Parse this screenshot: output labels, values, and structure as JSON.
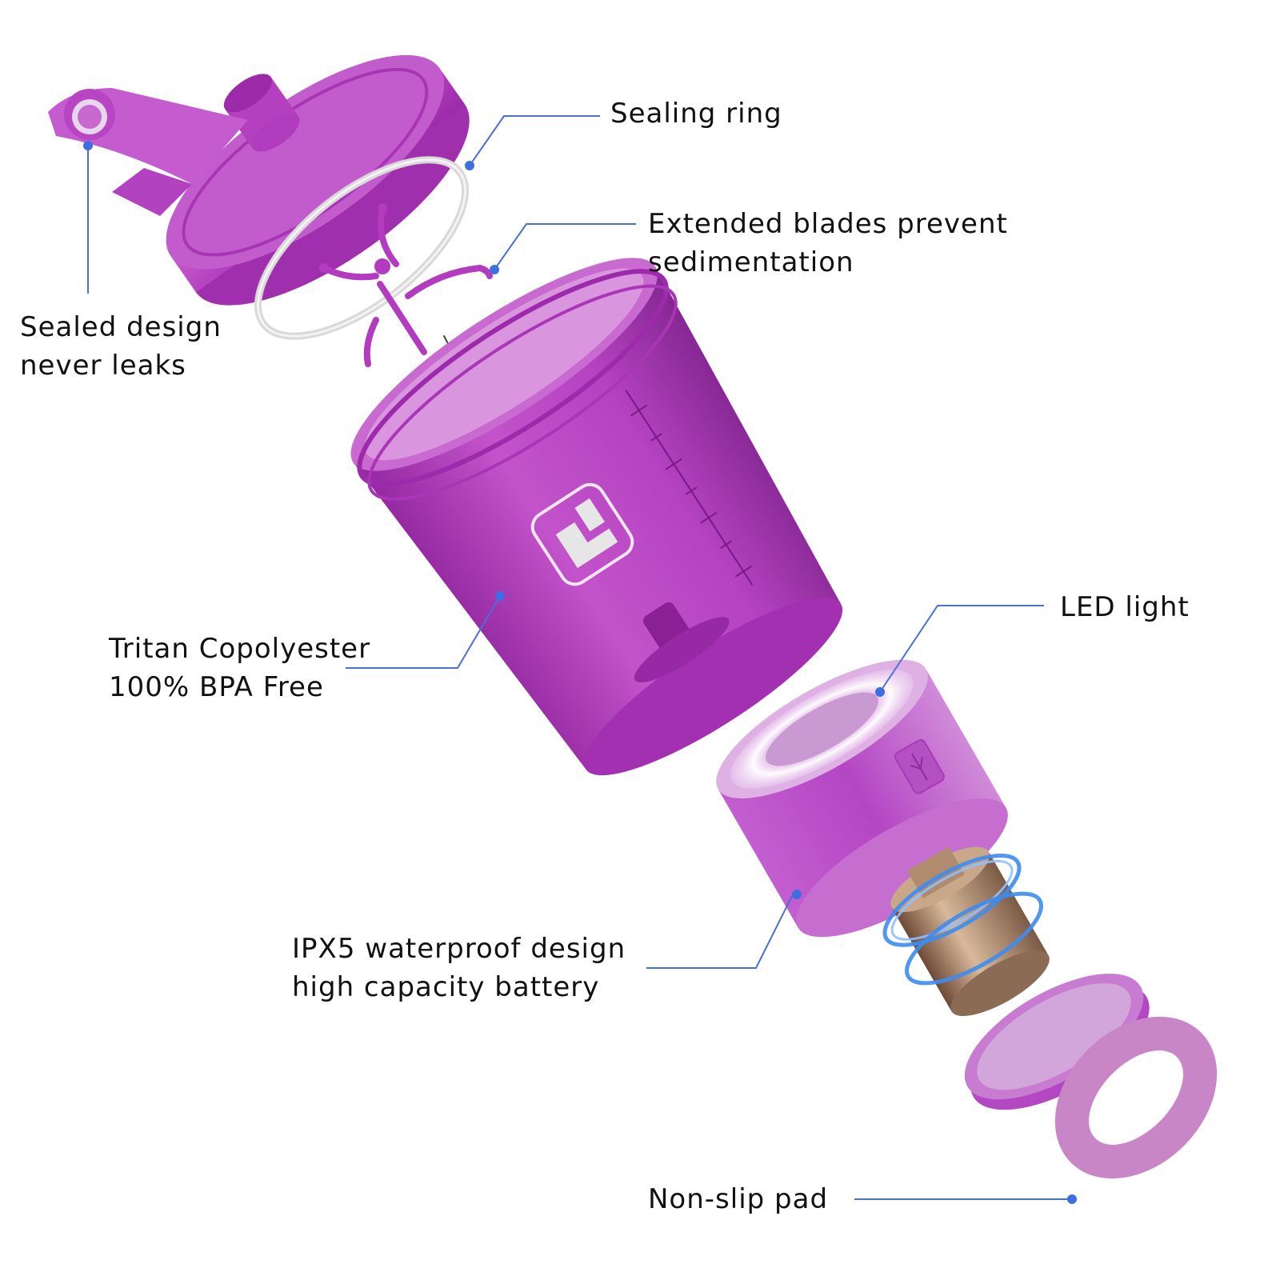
{
  "colors": {
    "leader_line": "#4a6fd6",
    "leader_dot": "#3f6ee0",
    "product_primary": "#b23bbf",
    "product_light": "#d47ad8",
    "product_dark": "#7e1d8c",
    "seal_ring": "#d8d8d8",
    "motor_metal": "#a88a6e",
    "motor_glow": "#3d8cf0",
    "logo": "#e6e6e6",
    "text": "#111111",
    "background": "#ffffff"
  },
  "callouts": [
    {
      "id": "sealed-design",
      "lines": [
        "Sealed design",
        "never leaks"
      ]
    },
    {
      "id": "sealing-ring",
      "lines": [
        "Sealing ring"
      ]
    },
    {
      "id": "extended-blades",
      "lines": [
        "Extended blades prevent",
        "sedimentation"
      ]
    },
    {
      "id": "tritan",
      "lines": [
        "Tritan Copolyester",
        "100% BPA Free"
      ]
    },
    {
      "id": "led-light",
      "lines": [
        "LED light"
      ]
    },
    {
      "id": "ipx5",
      "lines": [
        "IPX5 waterproof design",
        "high capacity battery"
      ]
    },
    {
      "id": "non-slip-pad",
      "lines": [
        "Non-slip pad"
      ]
    }
  ],
  "components": [
    {
      "name": "flip-lid"
    },
    {
      "name": "sealing-ring"
    },
    {
      "name": "blades"
    },
    {
      "name": "cup-body",
      "icon": "brand-logo-icon"
    },
    {
      "name": "motor-base",
      "icon": "usb-icon"
    },
    {
      "name": "motor"
    },
    {
      "name": "bottom-cover"
    },
    {
      "name": "non-slip-pad"
    }
  ]
}
